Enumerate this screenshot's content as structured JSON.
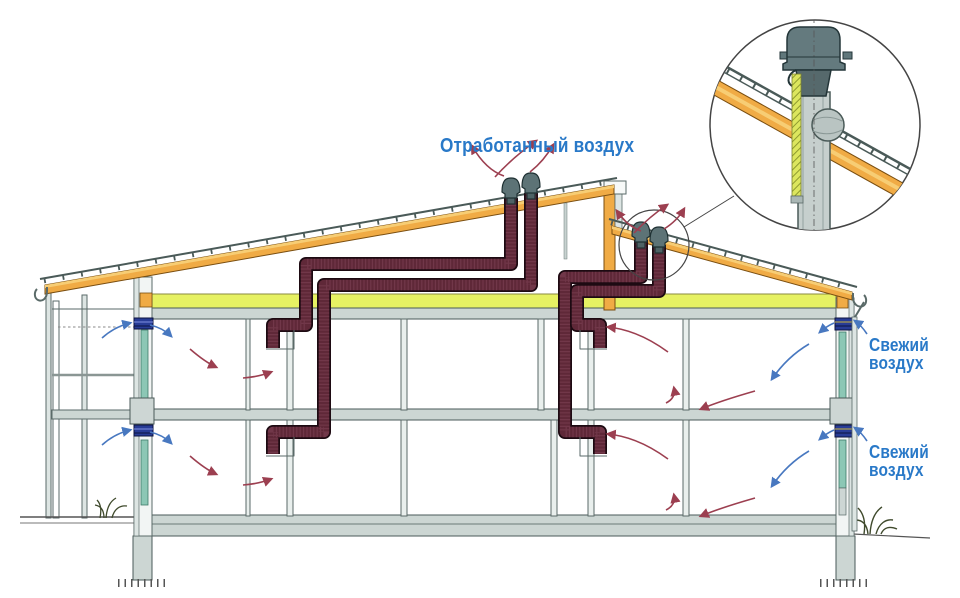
{
  "labels": {
    "exhaust_air": "Отработанный воздух",
    "fresh_air_upper": {
      "line1": "Свежий",
      "line2": "воздух"
    },
    "fresh_air_lower": {
      "line1": "Свежий",
      "line2": "воздух"
    }
  },
  "colors": {
    "label_blue": "#2979c8",
    "duct_maroon": "#5f2838",
    "exhaust_arrow_red": "#9c3f50",
    "fresh_arrow_blue": "#4878c0",
    "ceiling_insulation_yellow": "#e6f163",
    "roof_wood_orange": "#f0ab45",
    "structure_gray": "#ccd6d3",
    "wall_insulation_teal": "#8cc7b5",
    "wall_vent_navy": "#283c96",
    "roof_vent_cap_gray": "#5d7376"
  },
  "icons": {
    "roof-vent-cap": "mushroom-shaped roof exhaust cowl",
    "exhaust-flow-arrow": "curved red arc arrow",
    "fresh-flow-arrow": "curved blue arc arrow"
  }
}
